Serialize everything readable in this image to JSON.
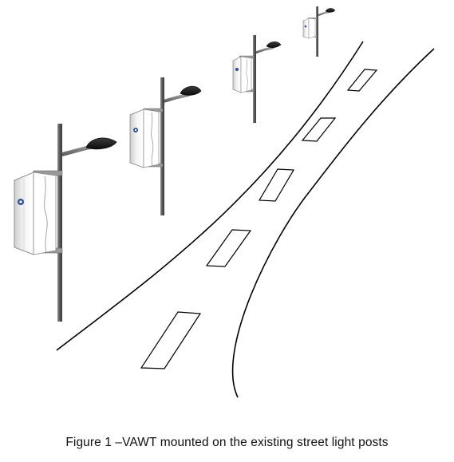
{
  "figure": {
    "caption": "Figure 1 –VAWT mounted on the existing street light posts"
  },
  "scene": {
    "colors": {
      "road_line": "#000000",
      "pole_dark": "#3f3f3f",
      "pole_light": "#8f8f8f",
      "lamp_head": "#1a1a1a",
      "arm": "#7a7a7a",
      "bracket": "#9a9a9a",
      "turbine_panel": "#ffffff",
      "turbine_shadow": "#d9d9d9",
      "turbine_logo": "#2a4fa0"
    },
    "icons": [
      "street-light-pole",
      "lamp-head",
      "vawt-turbine",
      "road-edge",
      "lane-dash"
    ]
  }
}
